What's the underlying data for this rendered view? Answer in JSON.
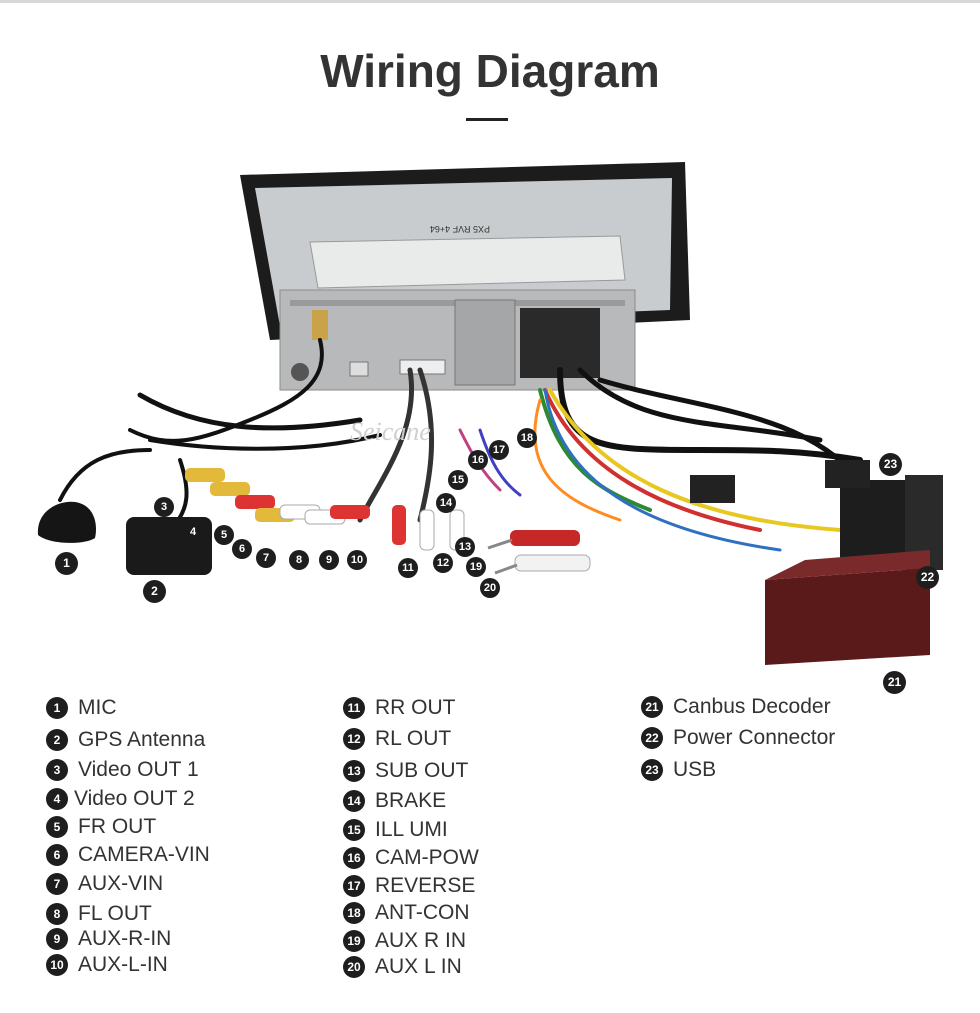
{
  "page": {
    "title": "Wiring Diagram",
    "watermark": "Seicane"
  },
  "unit_labels": {
    "sticker_model": "PX5 RVF 4+64"
  },
  "callouts": [
    "1",
    "2",
    "3",
    "4",
    "5",
    "6",
    "7",
    "8",
    "9",
    "10",
    "11",
    "12",
    "13",
    "14",
    "15",
    "16",
    "17",
    "18",
    "19",
    "20",
    "21",
    "22",
    "23"
  ],
  "legend": {
    "column1": [
      {
        "num": "1",
        "label": "MIC"
      },
      {
        "num": "2",
        "label": "GPS Antenna"
      },
      {
        "num": "3",
        "label": "Video OUT 1"
      },
      {
        "num": "4",
        "label": "Video OUT 2"
      },
      {
        "num": "5",
        "label": "FR OUT"
      },
      {
        "num": "6",
        "label": "CAMERA-VIN"
      },
      {
        "num": "7",
        "label": "AUX-VIN"
      },
      {
        "num": "8",
        "label": "FL OUT"
      },
      {
        "num": "9",
        "label": "AUX-R-IN"
      },
      {
        "num": "10",
        "label": "AUX-L-IN"
      }
    ],
    "column2": [
      {
        "num": "11",
        "label": "RR OUT"
      },
      {
        "num": "12",
        "label": "RL OUT"
      },
      {
        "num": "13",
        "label": "SUB OUT"
      },
      {
        "num": "14",
        "label": "BRAKE"
      },
      {
        "num": "15",
        "label": "ILL UMI"
      },
      {
        "num": "16",
        "label": "CAM-POW"
      },
      {
        "num": "17",
        "label": "REVERSE"
      },
      {
        "num": "18",
        "label": "ANT-CON"
      },
      {
        "num": "19",
        "label": "AUX R IN"
      },
      {
        "num": "20",
        "label": "AUX L IN"
      }
    ],
    "column3": [
      {
        "num": "21",
        "label": "Canbus Decoder"
      },
      {
        "num": "22",
        "label": "Power Connector"
      },
      {
        "num": "23",
        "label": "USB"
      }
    ]
  }
}
